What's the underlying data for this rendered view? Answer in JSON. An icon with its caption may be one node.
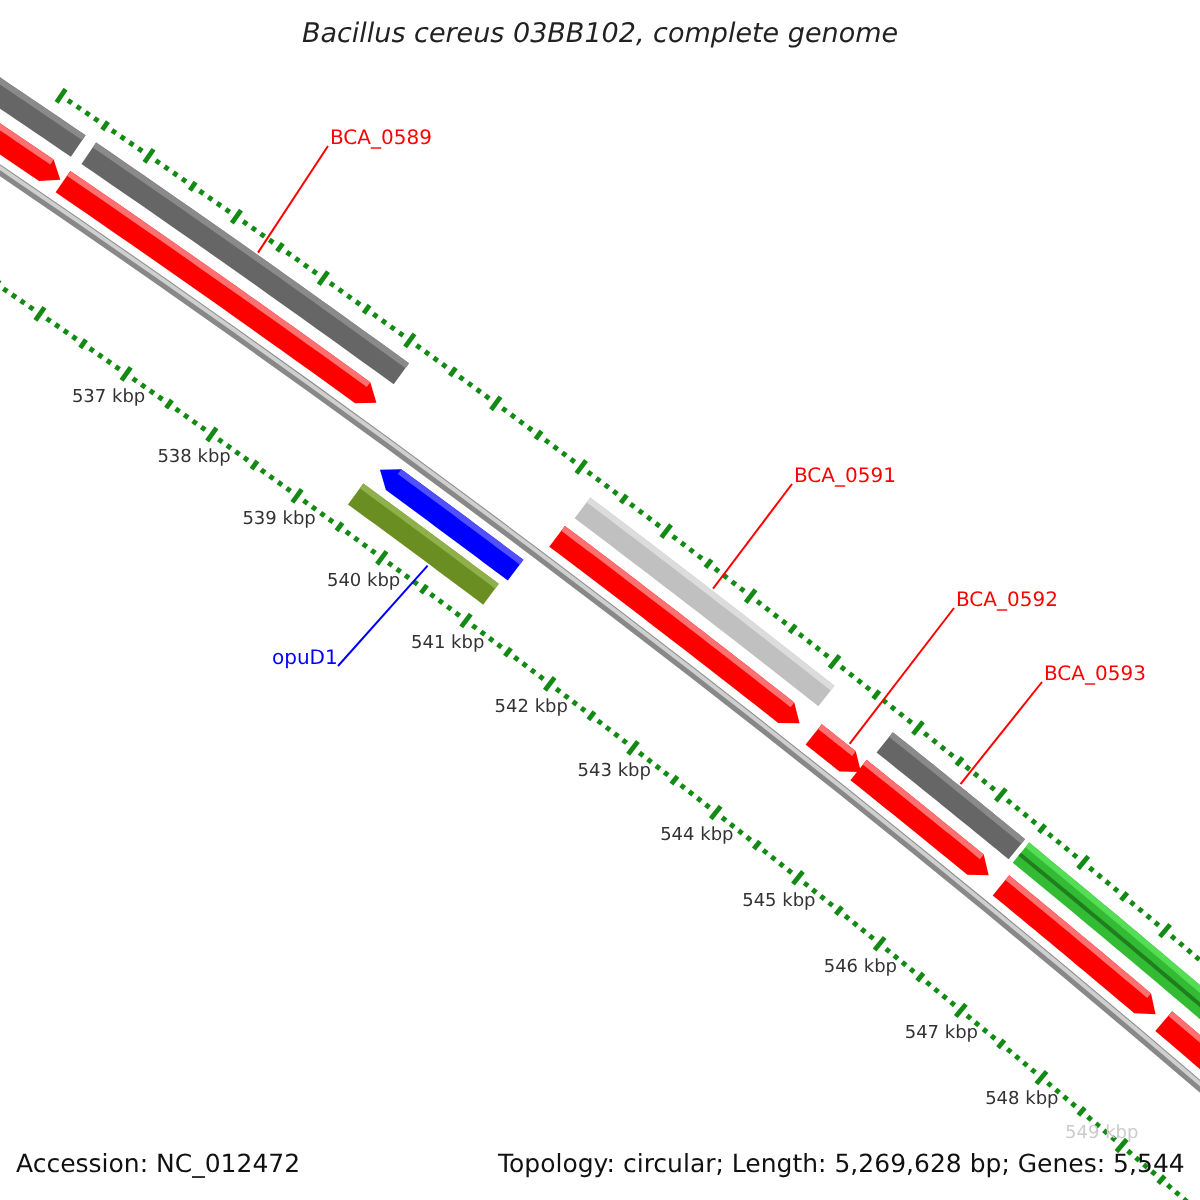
{
  "diagram": {
    "title": "Bacillus cereus 03BB102, complete genome",
    "nodes": [
      {
        "text": [
          "BCA_0589"
        ]
      },
      {
        "text": [
          "BCA_0591"
        ]
      },
      {
        "text": [
          "BCA_0592"
        ]
      },
      {
        "text": [
          "BCA_0593"
        ]
      },
      {
        "text": [
          "opuD1"
        ]
      },
      {
        "text": [],
        "shape": "bar"
      },
      {
        "text": [],
        "shape": "bar"
      },
      {
        "text": [],
        "shape": "bar"
      },
      {
        "text": [],
        "shape": "bar"
      },
      {
        "text": [],
        "shape": "bar"
      }
    ],
    "edges": [
      {
        "from": 0,
        "to": 5,
        "arrow": "none",
        "color": "#ff0000"
      },
      {
        "from": 1,
        "to": 7,
        "arrow": "none",
        "color": "#ff0000"
      },
      {
        "from": 2,
        "to": 8,
        "arrow": "none",
        "color": "#ff0000"
      },
      {
        "from": 3,
        "to": 9,
        "arrow": "none",
        "color": "#ff0000"
      },
      {
        "from": 4,
        "to": 6,
        "arrow": "none",
        "color": "#0000ff"
      }
    ],
    "labels": [
      "537 kbp",
      "538 kbp",
      "539 kbp",
      "540 kbp",
      "541 kbp",
      "542 kbp",
      "543 kbp",
      "544 kbp",
      "545 kbp",
      "546 kbp",
      "547 kbp",
      "548 kbp",
      "549 kbp",
      "Accession: NC_012472",
      "Topology: circular; Length: 5,269,628 bp; Genes: 5,544"
    ]
  }
}
